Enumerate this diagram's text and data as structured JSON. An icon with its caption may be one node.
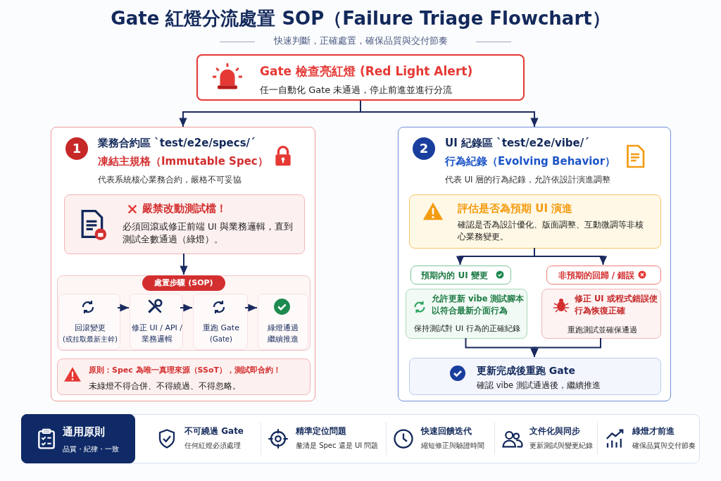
{
  "diagram": {
    "title": "Gate 紅燈分流處置 SOP（Failure Triage Flowchart）",
    "nodes": [
      {
        "text": [
          "Gate 檢查亮紅燈 (Red Light Alert)",
          "任一自動化 Gate 未通過，停止前進並進行分流"
        ]
      },
      {
        "text": [
          "1",
          "業務合約區 `test/e2e/specs/´",
          "凍結主規格（Immutable Spec）",
          "代表系統核心業務合約，嚴格不可妥協"
        ]
      },
      {
        "text": [
          "嚴禁改動測試檔！",
          "必須回滾或修正前端 UI 與業務邏輯，直到測試全數通過（綠燈）。"
        ],
        "in": 1
      },
      {
        "text": [
          "處置步驟 (SOP)"
        ],
        "in": 1
      },
      {
        "text": [
          "回滾變更",
          "(或拉取最新主幹)"
        ],
        "in": 3
      },
      {
        "text": [
          "修正 UI / API / 業務邏輯"
        ],
        "in": 3
      },
      {
        "text": [
          "重跑 Gate",
          "(Gate)"
        ],
        "in": 3
      },
      {
        "text": [
          "綠燈通過繼續推進"
        ],
        "in": 3
      },
      {
        "text": [
          "原則：Spec 為唯一真理來源（SSoT），測試即合約！",
          "未綠燈不得合併、不得繞過、不得忽略。"
        ],
        "in": 1
      },
      {
        "text": [
          "2",
          "UI 紀錄區 `test/e2e/vibe/´",
          "行為紀錄（Evolving Behavior）",
          "代表 UI 層的行為紀錄，允許依設計演進調整"
        ]
      },
      {
        "text": [
          "評估是否為預期 UI 演進",
          "確認是否為設計優化、版面調整、互動微調等非核心業務變更。"
        ],
        "in": 9
      },
      {
        "text": [
          "預期內的 UI 變更"
        ],
        "in": 9
      },
      {
        "text": [
          "非預期的回歸 / 錯誤"
        ],
        "in": 9
      },
      {
        "text": [
          "允許更新 vibe 測試腳本以符合最新介面行為",
          "保持測試對 UI 行為的正確紀錄"
        ],
        "in": 9
      },
      {
        "text": [
          "修正 UI 或程式錯誤使行為恢復正確",
          "重跑測試並確保通過"
        ],
        "in": 9
      },
      {
        "text": [
          "更新完成後重跑 Gate",
          "確認 vibe 測試通過後，繼續推進"
        ],
        "in": 9
      },
      {
        "text": [
          "通用原則",
          "品質・紀律・一致"
        ]
      }
    ],
    "edges": [
      {
        "from": 0,
        "to": 1,
        "arrow": "to"
      },
      {
        "from": 0,
        "to": 9,
        "arrow": "to"
      },
      {
        "from": 2,
        "to": 3,
        "arrow": "to"
      },
      {
        "from": 4,
        "to": 5,
        "arrow": "to"
      },
      {
        "from": 5,
        "to": 6,
        "arrow": "to"
      },
      {
        "from": 6,
        "to": 7,
        "arrow": "to"
      },
      {
        "from": 10,
        "to": 11,
        "arrow": "to"
      },
      {
        "from": 10,
        "to": 12,
        "arrow": "to"
      },
      {
        "from": 13,
        "to": 15,
        "arrow": "to"
      },
      {
        "from": 14,
        "to": 15,
        "arrow": "to"
      }
    ],
    "labels": [
      "快速判斷，正確處置，確保品質與交付節奏",
      "不可繞過 Gate",
      "任何紅燈必須處理",
      "精準定位問題",
      "釐清是 Spec 還是 UI 問題",
      "快速回饋迭代",
      "縮短修正與驗證時間",
      "文件化與同步",
      "更新測試與變更紀錄",
      "綠燈才前進",
      "確保品質與交付節奏"
    ]
  }
}
